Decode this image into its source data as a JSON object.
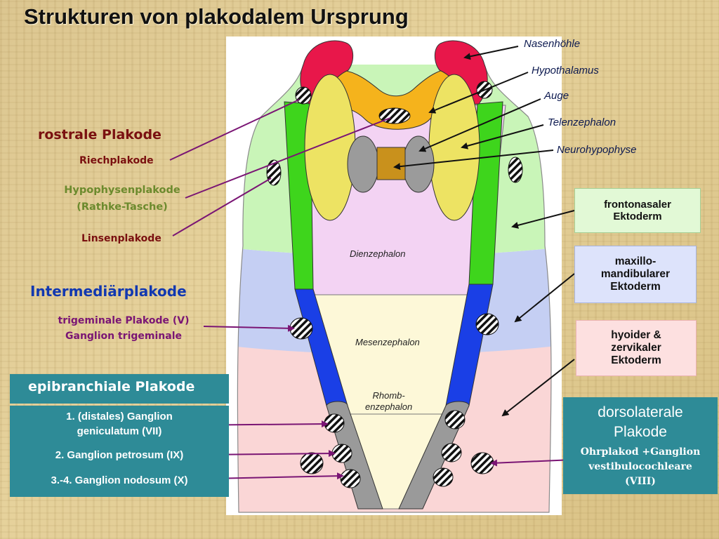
{
  "title": "Strukturen von plakodalem Ursprung",
  "left": {
    "rostral_heading": "rostrale Plakode",
    "riech": "Riechplakode",
    "hypophysen_line1": "Hypophysenplakode",
    "hypophysen_line2": "(Rathke-Tasche)",
    "linsen": "Linsenplakode",
    "intermediar_heading": "Intermediärplakode",
    "trigeminal_line1": "trigeminale Plakode (V)",
    "trigeminal_line2": "Ganglion trigeminale"
  },
  "epibranchial": {
    "heading": "epibranchiale Plakode",
    "item1_line1": "1. (distales) Ganglion",
    "item1_line2": "geniculatum (VII)",
    "item2": "2. Ganglion petrosum (IX)",
    "item3": "3.-4. Ganglion nodosum (X)"
  },
  "structures": {
    "nasenhoehle": "Nasenhöhle",
    "hypothalamus": "Hypothalamus",
    "auge": "Auge",
    "telenzephalon": "Telenzephalon",
    "neurohypophyse": "Neurohypophyse"
  },
  "regions": {
    "dienzephalon": "Dienzephalon",
    "mesenzephalon": "Mesenzephalon",
    "rhomb_line1": "Rhomb-",
    "rhomb_line2": "enzephalon"
  },
  "right": {
    "frontonasal_line1": "frontonasaler",
    "frontonasal_line2": "Ektoderm",
    "maxillo_line1": "maxillo-",
    "maxillo_line2": "mandibularer",
    "maxillo_line3": "Ektoderm",
    "hyoid_line1": "hyoider &",
    "hyoid_line2": "zervikaler",
    "hyoid_line3": "Ektoderm"
  },
  "dorsolateral": {
    "heading_line1": "dorsolaterale",
    "heading_line2": "Plakode",
    "sub_line1": "Ohrplakod +Ganglion",
    "sub_line2": "vestibulocochleare",
    "sub_line3": "(VIII)"
  },
  "colors": {
    "frontonasal": "#c9f5b8",
    "maxillomandibular": "#c5cff3",
    "hyoid": "#fad6d6",
    "neural_fold_green": "#3ed51c",
    "neural_fold_blue": "#1a3fe6",
    "neural_fold_gray": "#9a9a9a",
    "forebrain": "#f3d3f3",
    "eye": "#ede363",
    "nasal": "#e8174a",
    "hypothalamus": "#f5b31c",
    "neurohypophysis": "#c9911c",
    "teal": "#2e8b97"
  }
}
